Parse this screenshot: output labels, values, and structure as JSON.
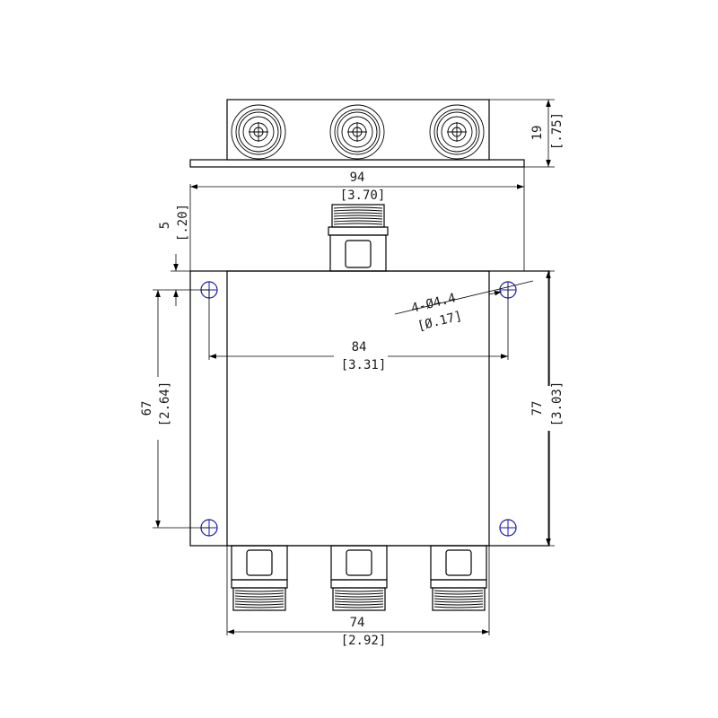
{
  "colors": {
    "line": "#000000",
    "hole": "#1a1aa8",
    "text": "#1a1a1a",
    "background": "#ffffff"
  },
  "dimensions": {
    "height": {
      "mm": "19",
      "inch": "[.75]"
    },
    "flange_width": {
      "mm": "94",
      "inch": "[3.70]"
    },
    "edge_offset": {
      "mm": "5",
      "inch": "[.20]"
    },
    "hole_spacing_x": {
      "mm": "84",
      "inch": "[3.31]"
    },
    "hole_spacing_y": {
      "mm": "67",
      "inch": "[2.64]"
    },
    "body_height": {
      "mm": "77",
      "inch": "[3.03]"
    },
    "hole_diameter": {
      "mm": "4-Ø4.4",
      "inch": "[Ø.17]"
    },
    "body_width": {
      "mm": "74",
      "inch": "[2.92]"
    }
  },
  "parts": {
    "input_connectors": 1,
    "output_connectors": 3,
    "mounting_holes": 4
  }
}
